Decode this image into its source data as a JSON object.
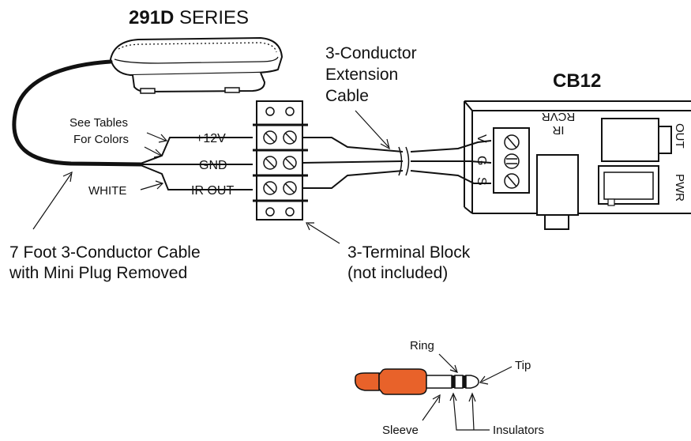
{
  "title": {
    "model": "291D",
    "series": "SERIES"
  },
  "device_label": "CB12",
  "extension_cable_label": [
    "3-Conductor",
    "Extension",
    "Cable"
  ],
  "color_note": [
    "See Tables",
    "For Colors"
  ],
  "white_label": "WHITE",
  "terminals": [
    "+12V",
    "GND",
    "IR OUT"
  ],
  "cb12_pins": [
    "V",
    "G",
    "S"
  ],
  "cb12_ir_label": [
    "IR",
    "RCVR"
  ],
  "cb12_out_label": "OUT",
  "cb12_pwr_label": "PWR",
  "cable_callout": [
    "7 Foot 3-Conductor Cable",
    "with Mini Plug Removed"
  ],
  "block_callout": [
    "3-Terminal Block",
    "(not included)"
  ],
  "plug_labels": {
    "ring": "Ring",
    "tip": "Tip",
    "sleeve": "Sleeve",
    "insulators": "Insulators"
  },
  "colors": {
    "plug_orange": "#e8622a",
    "line": "#111111"
  }
}
